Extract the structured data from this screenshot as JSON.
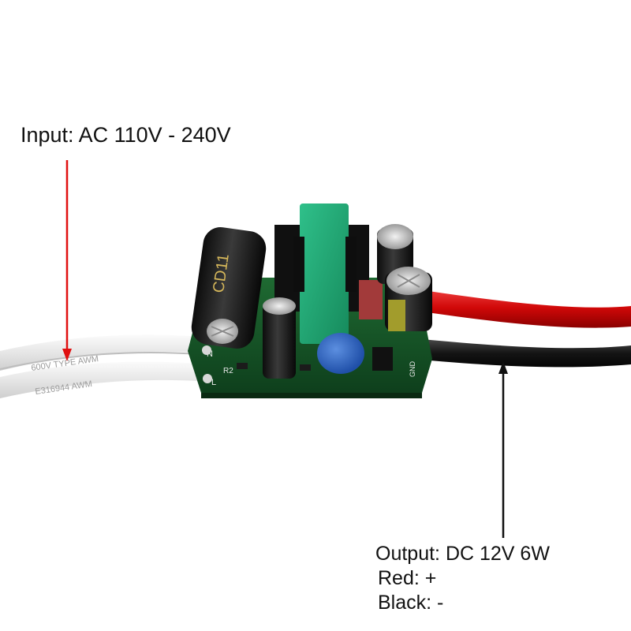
{
  "annotations": {
    "input_label": "Input: AC 110V - 240V",
    "output_label": "Output: DC 12V 6W",
    "red_label": "Red: +",
    "black_label": "Black: -"
  },
  "arrow_colors": {
    "input": "#e01010",
    "output": "#111111"
  },
  "pcb_silkscreen": {
    "capacitor_left": "CD11",
    "label_r2": "R2",
    "label_n": "N",
    "label_l": "L",
    "label_gnd": "GND"
  },
  "cable_print": {
    "white_cable_top": "600V TYPE AWM",
    "white_cable_bottom": "E316944 AWM"
  }
}
